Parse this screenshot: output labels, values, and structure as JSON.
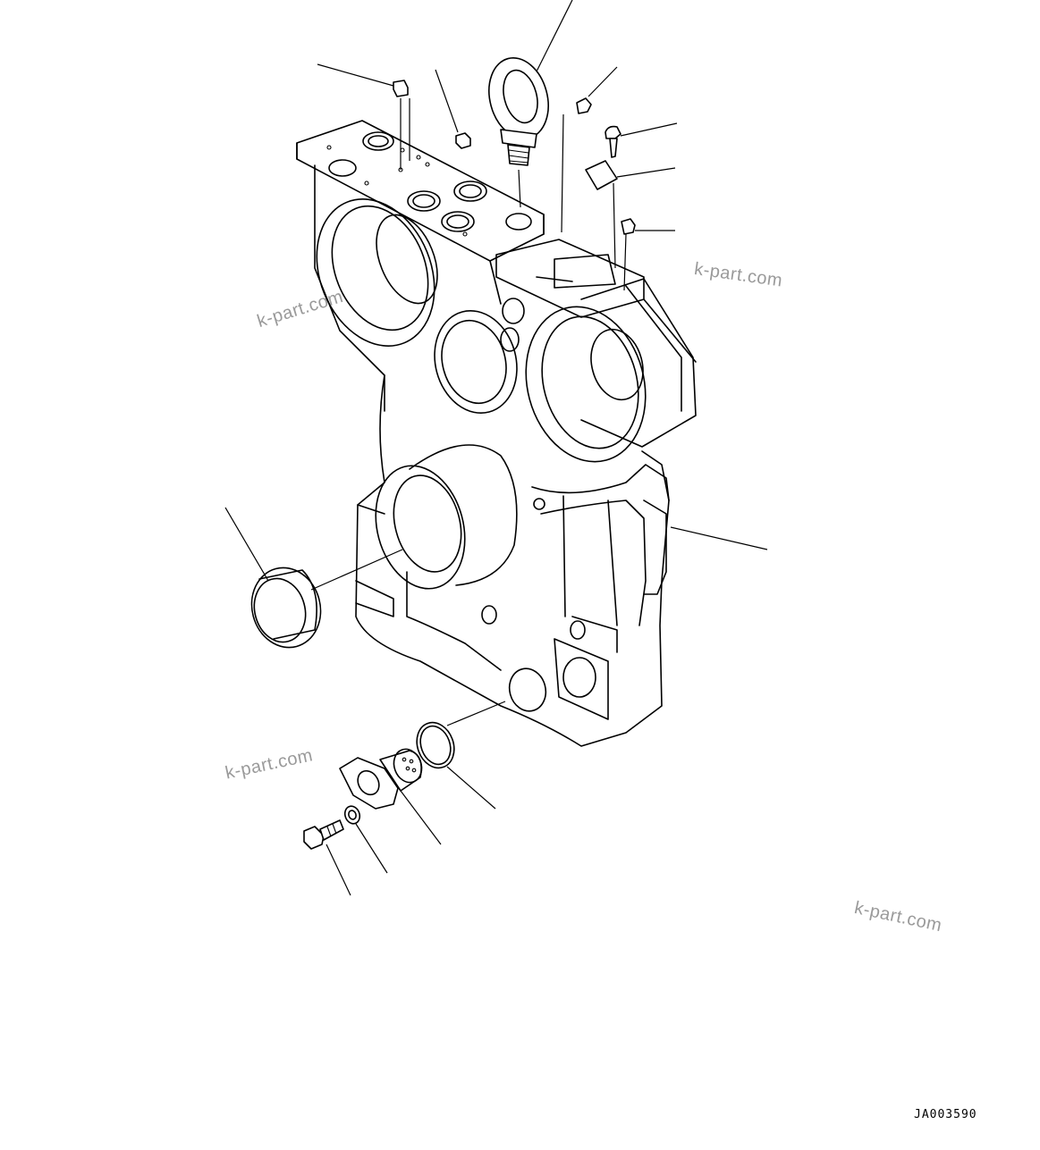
{
  "figure_code": "JA003590",
  "watermarks": [
    "k-part.com",
    "k-part.com",
    "k-part.com",
    "k-part.com"
  ]
}
